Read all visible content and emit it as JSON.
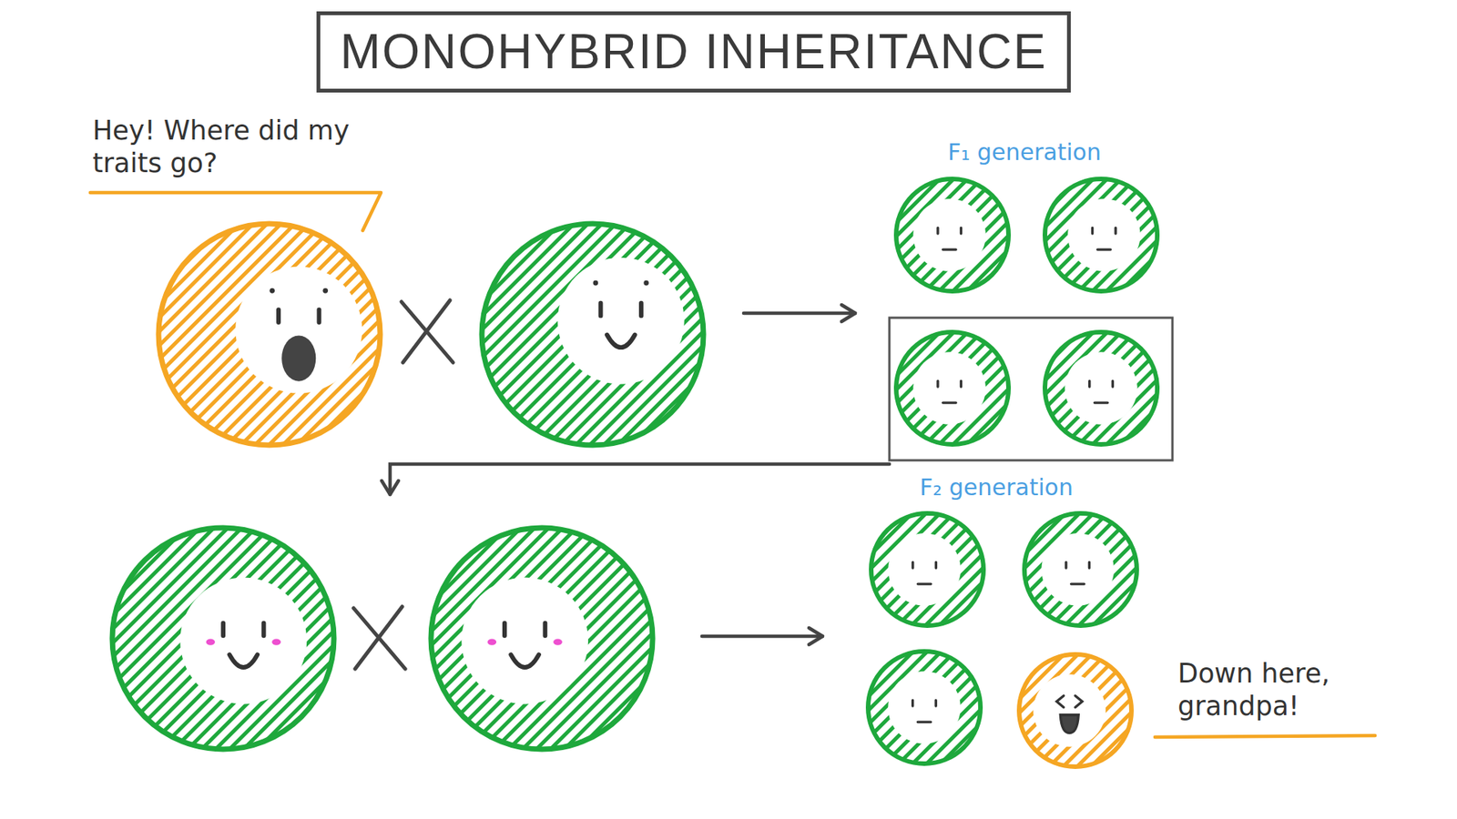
{
  "diagram": {
    "title": "MONOHYBRID INHERITANCE",
    "labels": [
      "Hey! Where did my traits go?",
      "F₁ generation",
      "F₂ generation",
      "Down here, grandpa!"
    ]
  }
}
